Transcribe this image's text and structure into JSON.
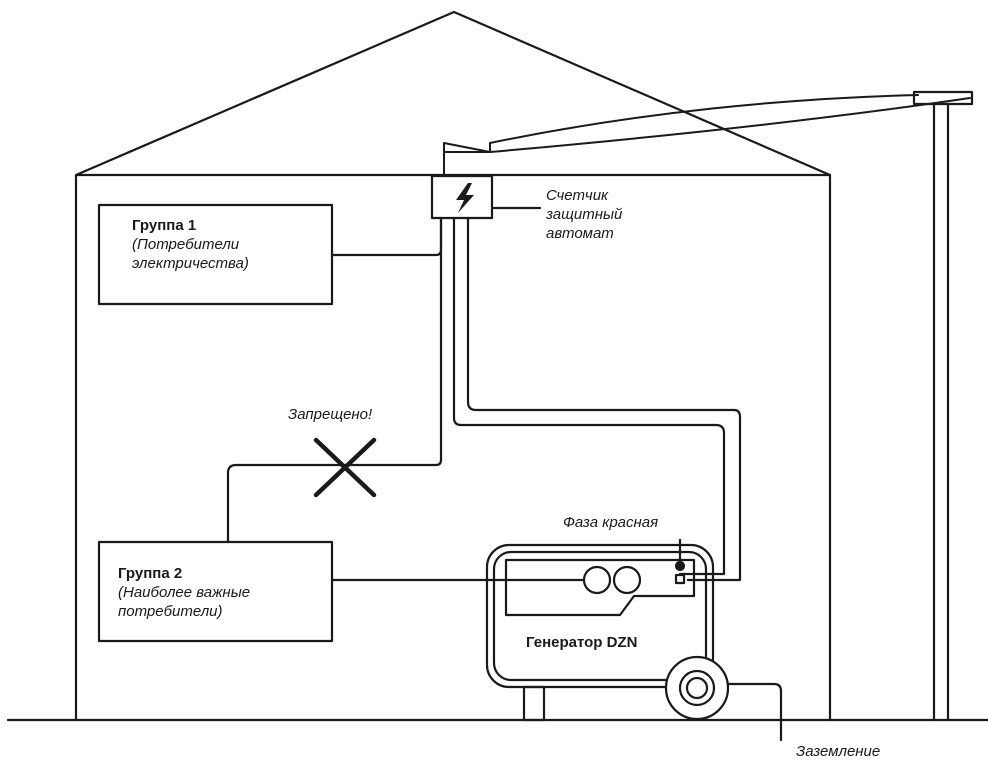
{
  "labels": {
    "group1_title": "Группа 1",
    "group1_line1": "(Потребители",
    "group1_line2": "электричества)",
    "group2_title": "Группа 2",
    "group2_line1": "(Наиболее важные",
    "group2_line2": "потребители)",
    "meter_line1": "Счетчик",
    "meter_line2": "защитный",
    "meter_line3": "автомат",
    "forbidden": "Запрещено!",
    "phase": "Фаза красная",
    "generator": "Генератор DZN",
    "ground": "Заземление"
  },
  "icons": {
    "meter": "lightning-icon",
    "forbidden": "cross-icon"
  },
  "colors": {
    "line": "#1a1a1a",
    "background": "#ffffff"
  }
}
